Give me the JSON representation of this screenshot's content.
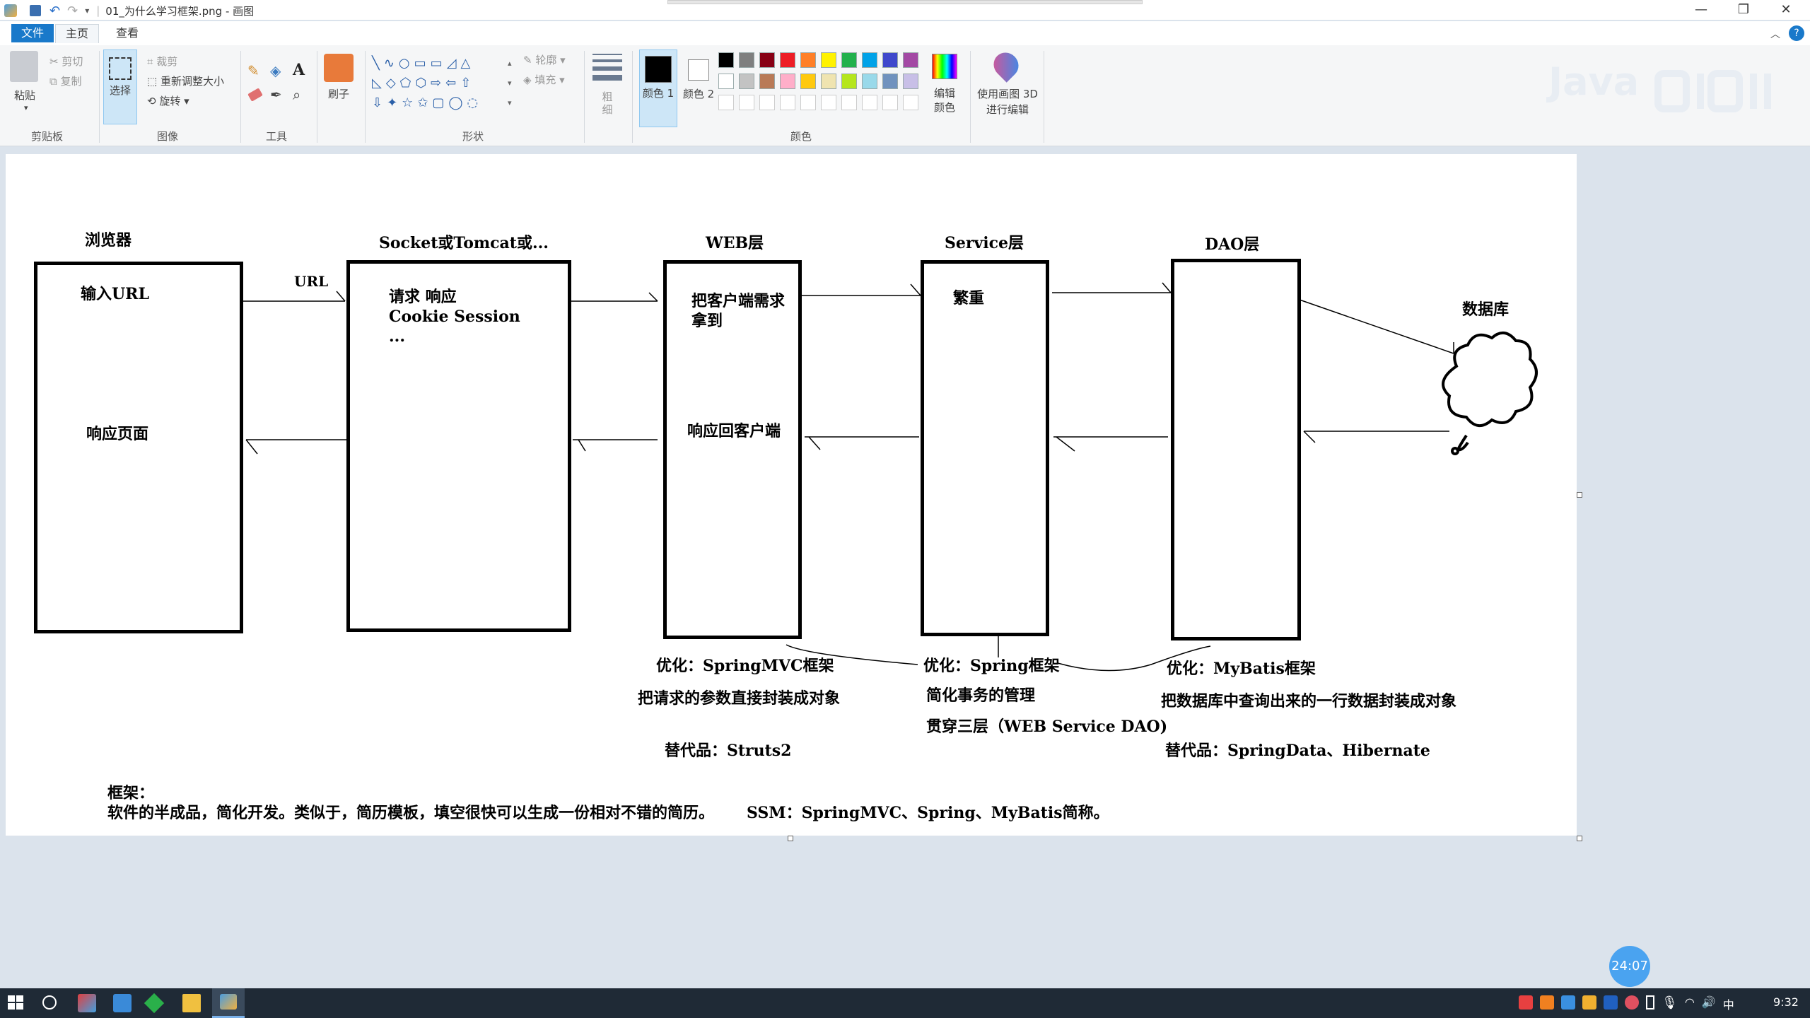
{
  "window": {
    "title": "01_为什么学习框架.png - 画图",
    "controls": {
      "minimize": "—",
      "restore": "❐",
      "close": "✕"
    }
  },
  "menu": {
    "tabs": [
      "文件",
      "主页",
      "查看"
    ]
  },
  "ribbon": {
    "clipboard": {
      "paste": "粘贴",
      "cut": "剪切",
      "copy": "复制",
      "group": "剪贴板"
    },
    "image": {
      "select": "选择",
      "crop": "裁剪",
      "resize": "重新调整大小",
      "rotate": "旋转",
      "group": "图像"
    },
    "tools": {
      "group": "工具"
    },
    "brushes": {
      "label": "刷子"
    },
    "shapes": {
      "outline": "轮廓",
      "fill": "填充",
      "group": "形状"
    },
    "size": {
      "label": "粗细"
    },
    "colors": {
      "color1": "颜色 1",
      "color2": "颜色 2",
      "edit": "编辑颜色",
      "group": "颜色",
      "palette_row1": [
        "#000000",
        "#7f7f7f",
        "#880015",
        "#ed1c24",
        "#ff7f27",
        "#fff200",
        "#22b14c",
        "#00a2e8",
        "#3f48cc",
        "#a349a4"
      ],
      "palette_row2": [
        "#ffffff",
        "#c3c3c3",
        "#b97a57",
        "#ffaec9",
        "#ffc90e",
        "#efe4b0",
        "#b5e61d",
        "#99d9ea",
        "#7092be",
        "#c8bfe7"
      ]
    },
    "paint3d": {
      "label": "使用画图 3D 进行编辑"
    },
    "watermark": "Java"
  },
  "diagram": {
    "browser_title": "浏览器",
    "browser_input": "输入URL",
    "browser_response": "响应页面",
    "url_label": "URL",
    "socket_title": "Socket或Tomcat或...",
    "socket_content": "请求 响应\nCookie Session\n...",
    "web_title": "WEB层",
    "web_content1": "把客户端需求\n拿到",
    "web_content2": "响应回客户端",
    "service_title": "Service层",
    "service_content": "繁重",
    "dao_title": "DAO层",
    "database_label": "数据库",
    "web_opt": "优化：SpringMVC框架",
    "web_opt_desc": "把请求的参数直接封装成对象",
    "web_alt": "替代品：Struts2",
    "service_opt": "优化：Spring框架",
    "service_opt_desc1": "简化事务的管理",
    "service_opt_desc2": "贯穿三层（WEB Service DAO)",
    "dao_opt": "优化：MyBatis框架",
    "dao_opt_desc": "把数据库中查询出来的一行数据封装成对象",
    "dao_alt": "替代品：SpringData、Hibernate",
    "framework_title": "框架：",
    "framework_desc": "软件的半成品，简化开发。类似于，简历模板，填空很快可以生成一份相对不错的简历。      SSM：SpringMVC、Spring、MyBatis简称。"
  },
  "player": {
    "time": "24:07"
  },
  "taskbar": {
    "clock": "9:32",
    "ime": "中"
  }
}
